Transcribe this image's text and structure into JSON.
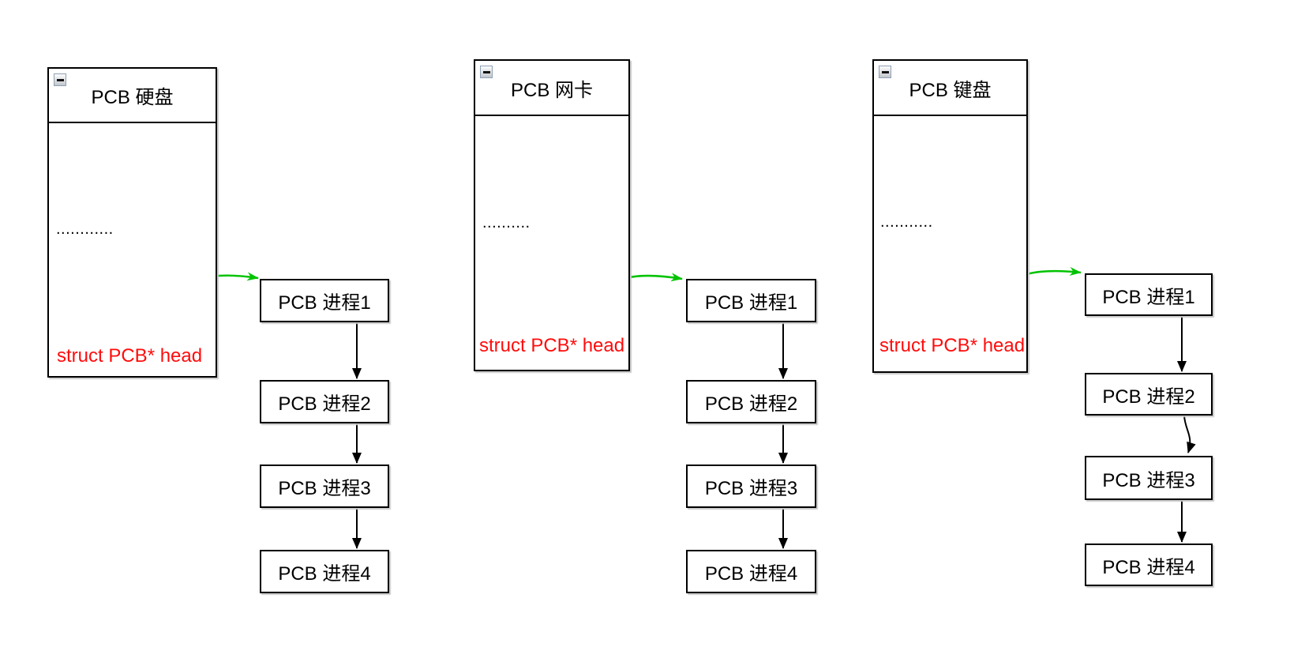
{
  "canvas": {
    "background": "#ffffff"
  },
  "colors": {
    "ink": "#000000",
    "green": "#00c300",
    "red": "#ff0c0c",
    "shadow": "#c9c9c9",
    "collapse_border": "#8fa0b4"
  },
  "groups": [
    {
      "title": "PCB 硬盘",
      "collapse_icon": "minus-icon",
      "dots": "............",
      "head_label": "struct PCB* head",
      "nodes": [
        "PCB 进程1",
        "PCB 进程2",
        "PCB 进程3",
        "PCB 进程4"
      ]
    },
    {
      "title": "PCB 网卡",
      "collapse_icon": "minus-icon",
      "dots": "..........",
      "head_label": "struct PCB* head",
      "nodes": [
        "PCB 进程1",
        "PCB 进程2",
        "PCB 进程3",
        "PCB 进程4"
      ]
    },
    {
      "title": "PCB 键盘",
      "collapse_icon": "minus-icon",
      "dots": "...........",
      "head_label": "struct PCB* head",
      "nodes": [
        "PCB 进程1",
        "PCB 进程2",
        "PCB 进程3",
        "PCB 进程4"
      ]
    }
  ]
}
